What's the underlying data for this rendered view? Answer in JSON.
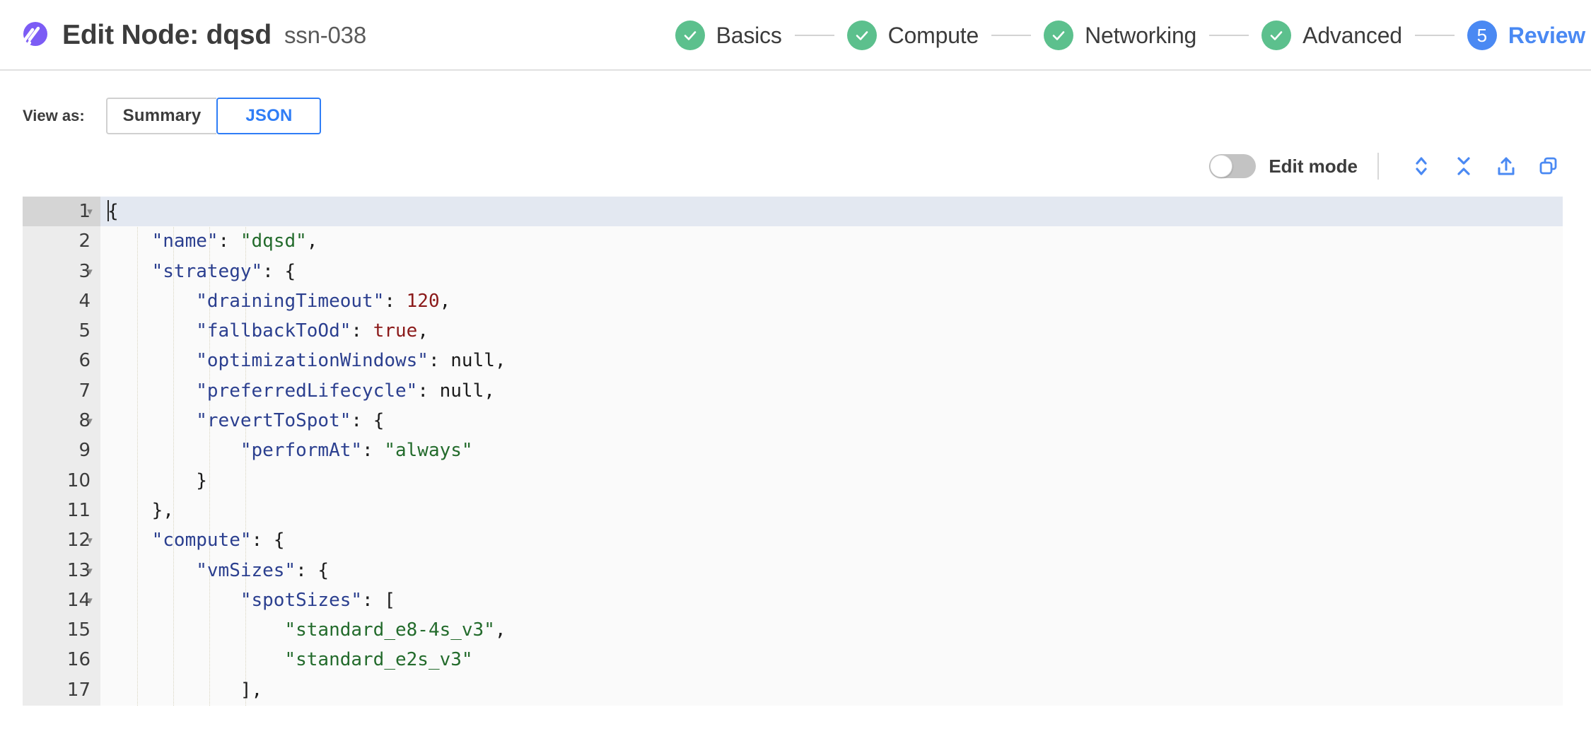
{
  "header": {
    "logo_icon": "spot-logo-icon",
    "title": "Edit Node: dqsd",
    "subtitle": "ssn-038",
    "steps": [
      {
        "label": "Basics",
        "state": "done",
        "badge": "check-icon"
      },
      {
        "label": "Compute",
        "state": "done",
        "badge": "check-icon"
      },
      {
        "label": "Networking",
        "state": "done",
        "badge": "check-icon"
      },
      {
        "label": "Advanced",
        "state": "done",
        "badge": "check-icon"
      },
      {
        "label": "Review",
        "state": "current",
        "badge": "5"
      }
    ]
  },
  "view_as": {
    "label": "View as:",
    "options": [
      {
        "label": "Summary",
        "selected": false
      },
      {
        "label": "JSON",
        "selected": true
      }
    ]
  },
  "toolbar": {
    "edit_mode_label": "Edit mode",
    "edit_mode_on": false,
    "icons": [
      {
        "name": "expand-all-icon",
        "title": "Expand all"
      },
      {
        "name": "collapse-all-icon",
        "title": "Collapse all"
      },
      {
        "name": "export-icon",
        "title": "Export"
      },
      {
        "name": "copy-icon",
        "title": "Copy"
      }
    ]
  },
  "colors": {
    "accent_blue": "#4a89f3",
    "step_green": "#5cc08d",
    "logo_purple": "#7c5cf5",
    "json_key": "#2b3f8f",
    "json_string": "#236b2c",
    "json_number": "#8b1a1a",
    "active_line": "#e3e8f1"
  },
  "editor": {
    "active_line": 1,
    "lines": [
      {
        "no": 1,
        "fold": true,
        "indent": 0,
        "tokens": [
          {
            "t": "p",
            "v": "{"
          }
        ]
      },
      {
        "no": 2,
        "fold": false,
        "indent": 1,
        "tokens": [
          {
            "t": "k",
            "v": "\"name\""
          },
          {
            "t": "p",
            "v": ": "
          },
          {
            "t": "s",
            "v": "\"dqsd\""
          },
          {
            "t": "p",
            "v": ","
          }
        ]
      },
      {
        "no": 3,
        "fold": true,
        "indent": 1,
        "tokens": [
          {
            "t": "k",
            "v": "\"strategy\""
          },
          {
            "t": "p",
            "v": ": {"
          }
        ]
      },
      {
        "no": 4,
        "fold": false,
        "indent": 2,
        "tokens": [
          {
            "t": "k",
            "v": "\"drainingTimeout\""
          },
          {
            "t": "p",
            "v": ": "
          },
          {
            "t": "n",
            "v": "120"
          },
          {
            "t": "p",
            "v": ","
          }
        ]
      },
      {
        "no": 5,
        "fold": false,
        "indent": 2,
        "tokens": [
          {
            "t": "k",
            "v": "\"fallbackToOd\""
          },
          {
            "t": "p",
            "v": ": "
          },
          {
            "t": "b",
            "v": "true"
          },
          {
            "t": "p",
            "v": ","
          }
        ]
      },
      {
        "no": 6,
        "fold": false,
        "indent": 2,
        "tokens": [
          {
            "t": "k",
            "v": "\"optimizationWindows\""
          },
          {
            "t": "p",
            "v": ": "
          },
          {
            "t": "nul",
            "v": "null"
          },
          {
            "t": "p",
            "v": ","
          }
        ]
      },
      {
        "no": 7,
        "fold": false,
        "indent": 2,
        "tokens": [
          {
            "t": "k",
            "v": "\"preferredLifecycle\""
          },
          {
            "t": "p",
            "v": ": "
          },
          {
            "t": "nul",
            "v": "null"
          },
          {
            "t": "p",
            "v": ","
          }
        ]
      },
      {
        "no": 8,
        "fold": true,
        "indent": 2,
        "tokens": [
          {
            "t": "k",
            "v": "\"revertToSpot\""
          },
          {
            "t": "p",
            "v": ": {"
          }
        ]
      },
      {
        "no": 9,
        "fold": false,
        "indent": 3,
        "tokens": [
          {
            "t": "k",
            "v": "\"performAt\""
          },
          {
            "t": "p",
            "v": ": "
          },
          {
            "t": "s",
            "v": "\"always\""
          }
        ]
      },
      {
        "no": 10,
        "fold": false,
        "indent": 2,
        "tokens": [
          {
            "t": "p",
            "v": "}"
          }
        ]
      },
      {
        "no": 11,
        "fold": false,
        "indent": 1,
        "tokens": [
          {
            "t": "p",
            "v": "},"
          }
        ]
      },
      {
        "no": 12,
        "fold": true,
        "indent": 1,
        "tokens": [
          {
            "t": "k",
            "v": "\"compute\""
          },
          {
            "t": "p",
            "v": ": {"
          }
        ]
      },
      {
        "no": 13,
        "fold": true,
        "indent": 2,
        "tokens": [
          {
            "t": "k",
            "v": "\"vmSizes\""
          },
          {
            "t": "p",
            "v": ": {"
          }
        ]
      },
      {
        "no": 14,
        "fold": true,
        "indent": 3,
        "tokens": [
          {
            "t": "k",
            "v": "\"spotSizes\""
          },
          {
            "t": "p",
            "v": ": ["
          }
        ]
      },
      {
        "no": 15,
        "fold": false,
        "indent": 4,
        "tokens": [
          {
            "t": "s",
            "v": "\"standard_e8-4s_v3\""
          },
          {
            "t": "p",
            "v": ","
          }
        ]
      },
      {
        "no": 16,
        "fold": false,
        "indent": 4,
        "tokens": [
          {
            "t": "s",
            "v": "\"standard_e2s_v3\""
          }
        ]
      },
      {
        "no": 17,
        "fold": false,
        "indent": 3,
        "tokens": [
          {
            "t": "p",
            "v": "],"
          }
        ]
      }
    ]
  }
}
